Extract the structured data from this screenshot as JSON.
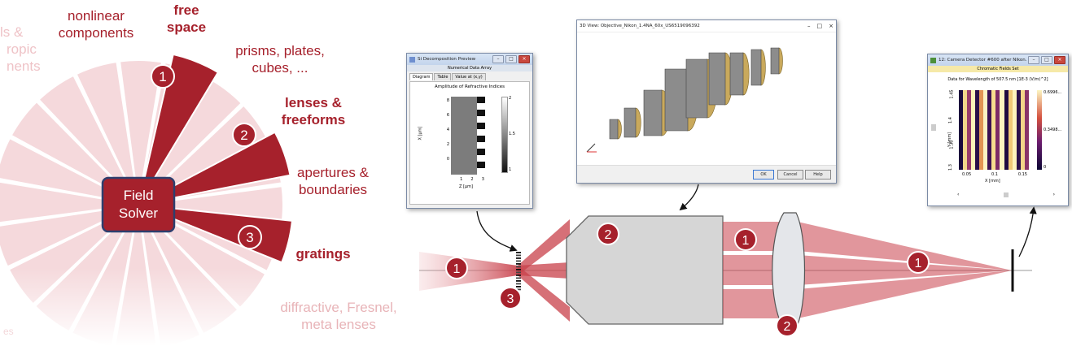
{
  "wheel": {
    "center_label": [
      "Field",
      "Solver"
    ],
    "categories": [
      {
        "label": [
          "nonlinear",
          "components"
        ],
        "color": "#a6212c"
      },
      {
        "label": [
          "free",
          "space"
        ],
        "color": "#a6212c",
        "bold": true,
        "badge": "1"
      },
      {
        "label": [
          "prisms, plates,",
          "cubes, ..."
        ],
        "color": "#a6212c"
      },
      {
        "label": [
          "lenses &",
          "freeforms"
        ],
        "color": "#a6212c",
        "bold": true,
        "badge": "2"
      },
      {
        "label": [
          "apertures &",
          "boundaries"
        ],
        "color": "#a6212c"
      },
      {
        "label": [
          "gratings"
        ],
        "color": "#a6212c",
        "bold": true,
        "badge": "3"
      },
      {
        "label": [
          "diffractive, Fresnel,",
          "meta lenses"
        ],
        "color": "#e8b4b8"
      }
    ],
    "partial_labels": [
      [
        "ls &",
        "ropic",
        "nents"
      ],
      [
        "es"
      ]
    ]
  },
  "setup": {
    "badges": {
      "free_space": "1",
      "lens": "2",
      "grating": "3"
    },
    "colors": {
      "accent": "#a6212c",
      "beam": "#c8404a",
      "lens_fill": "#d6d6d6",
      "wheel_light": "#f4d6d9"
    }
  },
  "windows": {
    "decomp": {
      "title": "Si Decomposition Preview",
      "subtitle": "Numerical Data Array",
      "tabs": [
        "Diagram",
        "Table",
        "Value at (x,y)"
      ],
      "plot_title": "Amplitude of Refractive Indices",
      "ylabel": "X [µm]",
      "xlabel": "Z [µm]",
      "yticks": [
        "8",
        "6",
        "4",
        "2",
        "0"
      ],
      "xticks": [
        "1",
        "2",
        "3"
      ],
      "cbar_ticks": [
        "2",
        "1.5",
        "1"
      ]
    },
    "view3d": {
      "title": "3D View: Objective_Nikon_1.4NA_60x_US6519096392",
      "buttons": [
        "OK",
        "Cancel",
        "Help"
      ]
    },
    "camera": {
      "title": "12: Camera Detector #600 after Nikon...",
      "subtitle": "Chromatic Fields Set",
      "plot_title": "Data for Wavelength of 507.5 nm  [1E-3 (V/m)^2]",
      "ylabel": "Y [mm]",
      "xlabel": "X [mm]",
      "yticks": [
        "1.45",
        "1.4",
        "1.35",
        "1.3"
      ],
      "xticks": [
        "0.05",
        "0.1",
        "0.15"
      ],
      "cbar_ticks": [
        "0.6996...",
        "0.3498...",
        "0"
      ]
    }
  }
}
